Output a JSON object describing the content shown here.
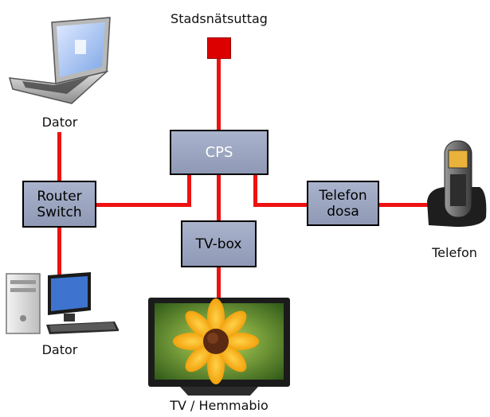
{
  "labels": {
    "outlet": "Stadsnätsuttag",
    "computer_top": "Dator",
    "computer_bottom": "Dator",
    "phone": "Telefon",
    "tv": "TV / Hemmabio"
  },
  "boxes": {
    "cps": "CPS",
    "router_line1": "Router",
    "router_line2": "Switch",
    "telefondosa_line1": "Telefon",
    "telefondosa_line2": "dosa",
    "tvbox": "TV-box"
  },
  "colors": {
    "wire": "#ee1111",
    "outlet": "#dd0000",
    "box_fill": "#9aa3bd",
    "box_border": "#000000"
  },
  "icons": {
    "outlet": "outlet-icon",
    "laptop": "laptop-icon",
    "desktop": "desktop-computer-icon",
    "phone": "cordless-phone-icon",
    "tv": "flat-tv-icon"
  }
}
